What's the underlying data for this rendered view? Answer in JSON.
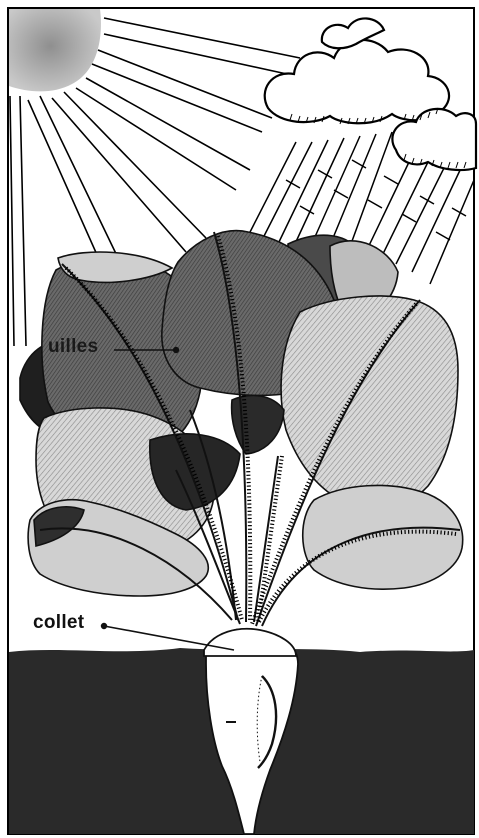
{
  "diagram": {
    "labels": {
      "feuilles": "uilles",
      "collet": "collet"
    },
    "parts": [
      "sun-icon",
      "sun-rays",
      "cloud-icon",
      "rain",
      "leaves",
      "petioles",
      "collet",
      "root",
      "soil"
    ]
  }
}
